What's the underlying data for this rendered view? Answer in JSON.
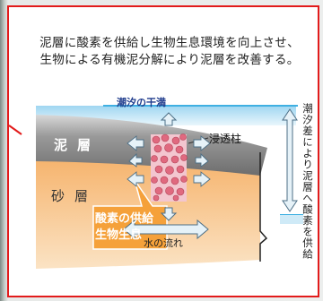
{
  "headline": {
    "line1": "泥層に酸素を供給し生物生息環境を向上させ、",
    "line2": "生物による有機泥分解により泥層を改善する。"
  },
  "labels": {
    "tidal_flat": "潮汐の干満",
    "mud_layer": "泥層",
    "sand_layer": "砂層",
    "permeation_column": "浸透柱",
    "water_flow": "水の流れ",
    "callout_line1": "酸素の供給",
    "callout_line2": "生物生息",
    "tidal_difference": "潮汐差により泥層へ酸素を供給"
  },
  "colors": {
    "frame": "#e21b1b",
    "water": "#bfe3f5",
    "water_line": "#3fb0e2",
    "mud": "#8a8a8a",
    "sand": "#f3a860",
    "column": "#e88fa0",
    "callout": "#f5a13a"
  }
}
